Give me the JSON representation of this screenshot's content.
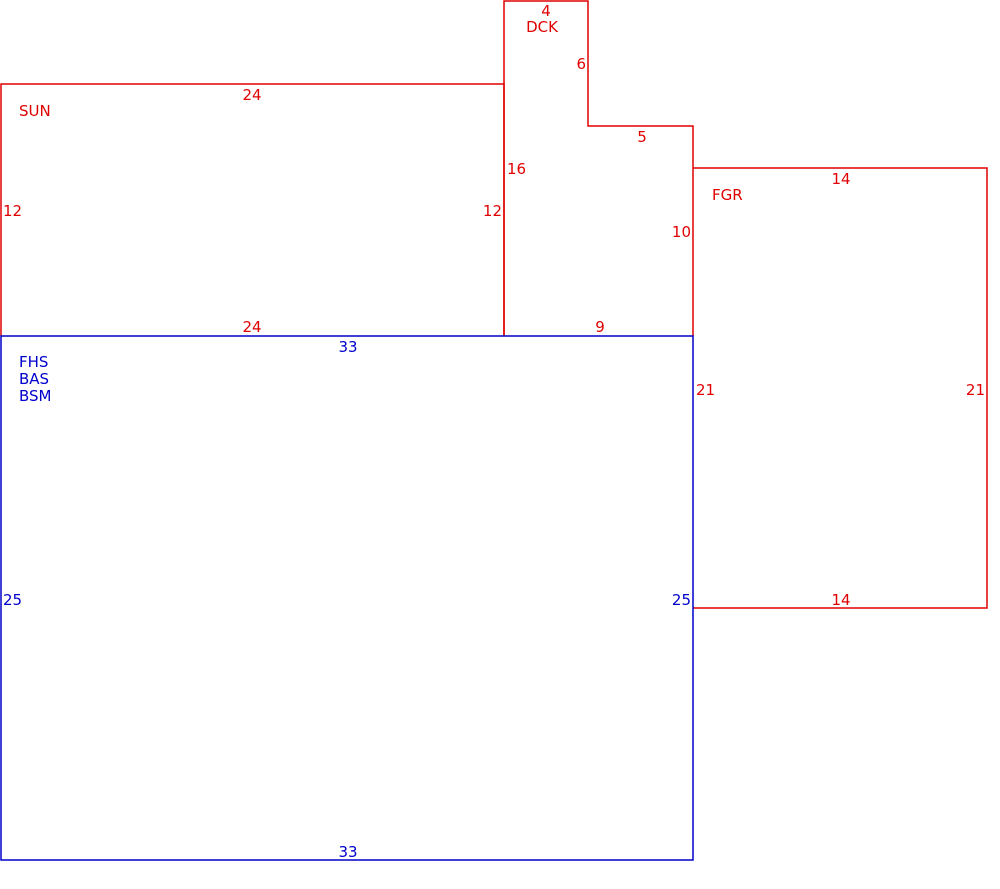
{
  "colors": {
    "additions": "#e00000",
    "main_structure": "#0000cc",
    "background": "#ffffff"
  },
  "areas": {
    "sun": {
      "label": "SUN",
      "dimensions": {
        "top": "24",
        "bottom": "24",
        "left": "12",
        "right": "12"
      }
    },
    "dck": {
      "label": "DCK",
      "dimensions": {
        "top": "4",
        "upper_right": "6",
        "step": "5",
        "lower_right": "10",
        "bottom": "9",
        "left": "16"
      }
    },
    "fgr": {
      "label": "FGR",
      "dimensions": {
        "top": "14",
        "bottom": "14",
        "left": "21",
        "right": "21"
      }
    },
    "main": {
      "labels": [
        "FHS",
        "BAS",
        "BSM"
      ],
      "dimensions": {
        "top": "33",
        "bottom": "33",
        "left": "25",
        "right": "25"
      }
    }
  }
}
